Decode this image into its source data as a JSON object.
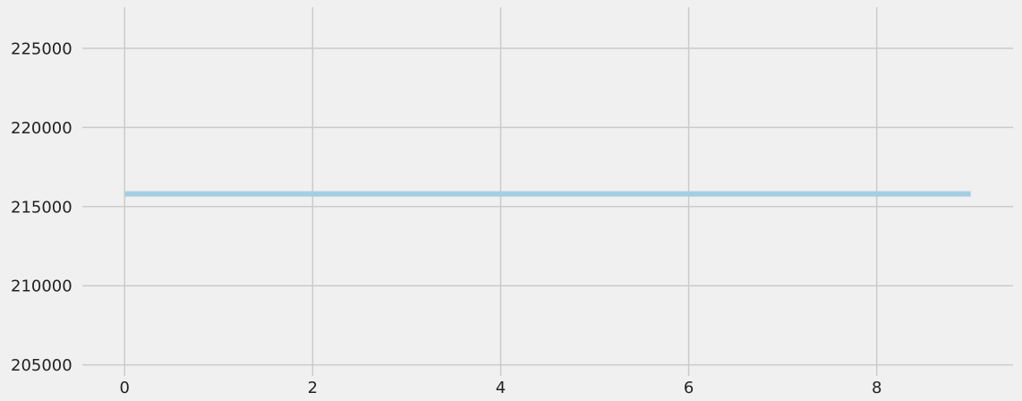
{
  "chart_data": {
    "type": "line",
    "title": "",
    "xlabel": "",
    "ylabel": "",
    "x_ticks": [
      "0",
      "2",
      "4",
      "6",
      "8"
    ],
    "y_ticks": [
      "205000",
      "210000",
      "215000",
      "220000",
      "225000"
    ],
    "xlim": [
      -0.45,
      9.45
    ],
    "ylim": [
      204300,
      227600
    ],
    "grid": true,
    "series": [
      {
        "x": [
          0,
          1,
          2,
          3,
          4,
          5,
          6,
          7,
          8,
          9
        ],
        "values": [
          215800,
          215800,
          215800,
          215800,
          215800,
          215800,
          215800,
          215800,
          215800,
          215800
        ],
        "color": "#a6cee3"
      }
    ]
  },
  "colors": {
    "background": "#f0f0f0",
    "grid": "#cbcbcb",
    "text": "#222222"
  }
}
